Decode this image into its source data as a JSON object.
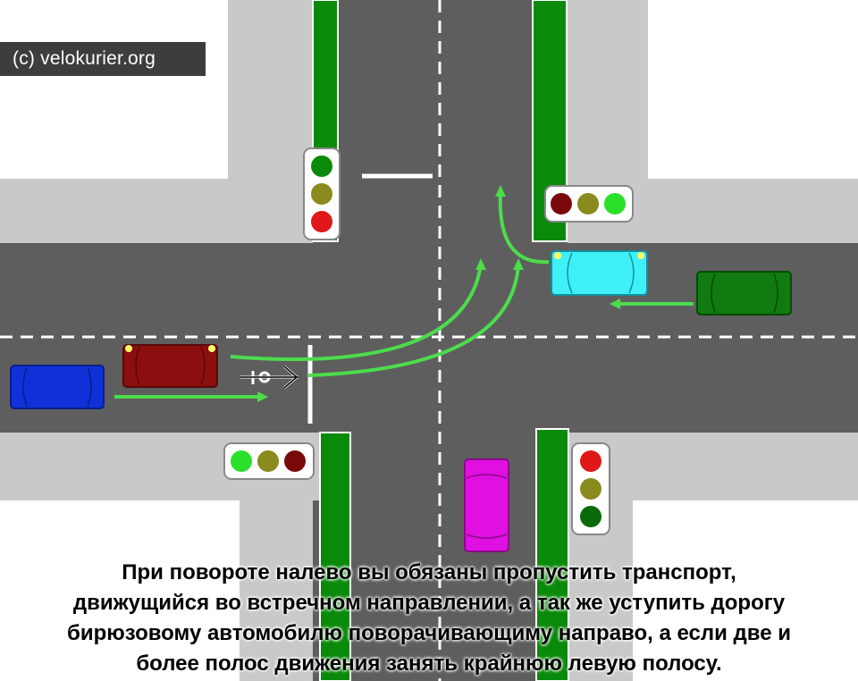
{
  "watermark": "(c) velokurier.org",
  "caption": {
    "line1": "При повороте налево  вы обязаны пропустить транспорт,",
    "line2": "движущийся во встречном направлении, а так же уступить дорогу",
    "line3": "бирюзовому автомобилю поворачивающиму направо, а  если две и",
    "line4": "более полос движения занять крайнюю левую полосу."
  },
  "colors": {
    "road": "#5f5f5f",
    "sidewalk": "#c8c8c8",
    "median": "#0a8a0a",
    "path": "#4cdc4c",
    "red_car": "#8b0f0f",
    "blue_car": "#1030d8",
    "cyan_car": "#40f0f8",
    "green_car": "#117a11",
    "magenta_car": "#e010e0"
  },
  "traffic_lights": [
    {
      "id": "north-left",
      "states": [
        "green",
        "off-yellow",
        "red"
      ]
    },
    {
      "id": "north-right",
      "states": [
        "off-red",
        "off-yellow",
        "green"
      ]
    },
    {
      "id": "south-left",
      "states": [
        "green",
        "off-yellow",
        "off-red"
      ]
    },
    {
      "id": "south-right",
      "states": [
        "red",
        "off-yellow",
        "off-green"
      ]
    }
  ],
  "vehicles": [
    "blue-car",
    "red-car",
    "bicycle",
    "cyan-car",
    "green-car",
    "magenta-car"
  ]
}
